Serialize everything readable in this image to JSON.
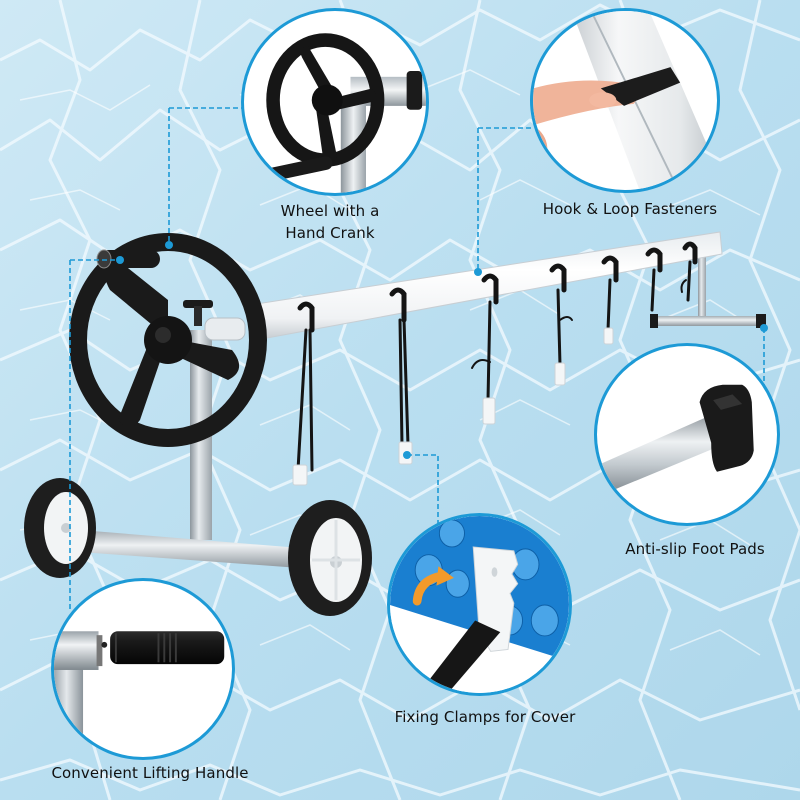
{
  "infographic": {
    "subject": "Pool solar cover reel",
    "accent_color": "#1d9ad6",
    "background": "pool-water-caustics",
    "features": [
      {
        "id": "wheel",
        "label_line1": "Wheel with a",
        "label_line2": "Hand Crank",
        "icon": "hand-crank-wheel-icon"
      },
      {
        "id": "fasteners",
        "label": "Hook & Loop Fasteners",
        "icon": "hook-loop-strap-icon"
      },
      {
        "id": "footpads",
        "label": "Anti-slip Foot Pads",
        "icon": "foot-pad-icon"
      },
      {
        "id": "clamps",
        "label": "Fixing Clamps for Cover",
        "icon": "fixing-clamp-icon"
      },
      {
        "id": "handle",
        "label": "Convenient Lifting Handle",
        "icon": "lifting-handle-icon"
      }
    ]
  }
}
